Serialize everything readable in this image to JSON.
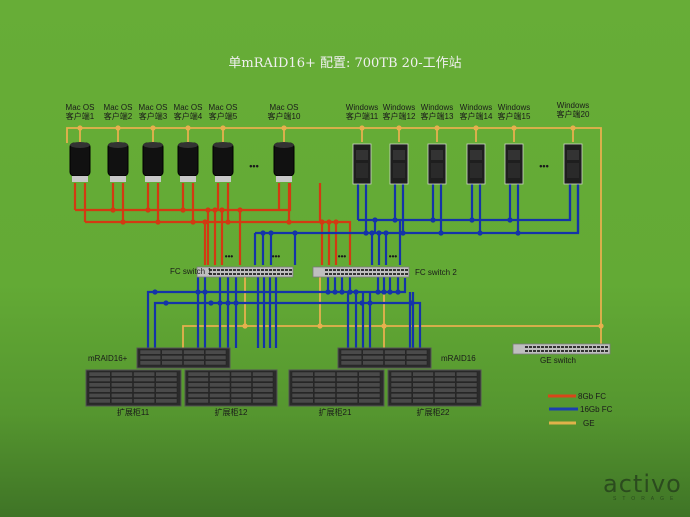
{
  "title": "单mRAID16+ 配置: 700TB 20-工作站",
  "mac_clients": [
    {
      "os": "Mac OS",
      "name": "客户端1"
    },
    {
      "os": "Mac OS",
      "name": "客户端2"
    },
    {
      "os": "Mac OS",
      "name": "客户端3"
    },
    {
      "os": "Mac OS",
      "name": "客户端4"
    },
    {
      "os": "Mac OS",
      "name": "客户端5"
    },
    {
      "os": "Mac OS",
      "name": "客户端10"
    }
  ],
  "win_clients": [
    {
      "os": "Windows",
      "name": "客户端11"
    },
    {
      "os": "Windows",
      "name": "客户端12"
    },
    {
      "os": "Windows",
      "name": "客户端13"
    },
    {
      "os": "Windows",
      "name": "客户端14"
    },
    {
      "os": "Windows",
      "name": "客户端15"
    },
    {
      "os": "Windows",
      "name": "客户端20"
    }
  ],
  "ellipsis": "•••",
  "switches": {
    "fc1": "FC switch 1",
    "fc2": "FC switch 2",
    "ge": "GE switch"
  },
  "raids": {
    "left": "mRAID16+",
    "right": "mRAID16"
  },
  "expansions": [
    "扩展柜11",
    "扩展柜12",
    "扩展柜21",
    "扩展柜22"
  ],
  "legend": [
    {
      "label": "8Gb FC",
      "color": "#d8461a"
    },
    {
      "label": "16Gb FC",
      "color": "#1c3fb0"
    },
    {
      "label": "GE",
      "color": "#e0b24a"
    }
  ],
  "colors": {
    "fc8": "#d23a12",
    "fc16": "#1434a8",
    "ge": "#e6b04e"
  },
  "logo": {
    "main": "activo",
    "sub": "STORAGE"
  }
}
